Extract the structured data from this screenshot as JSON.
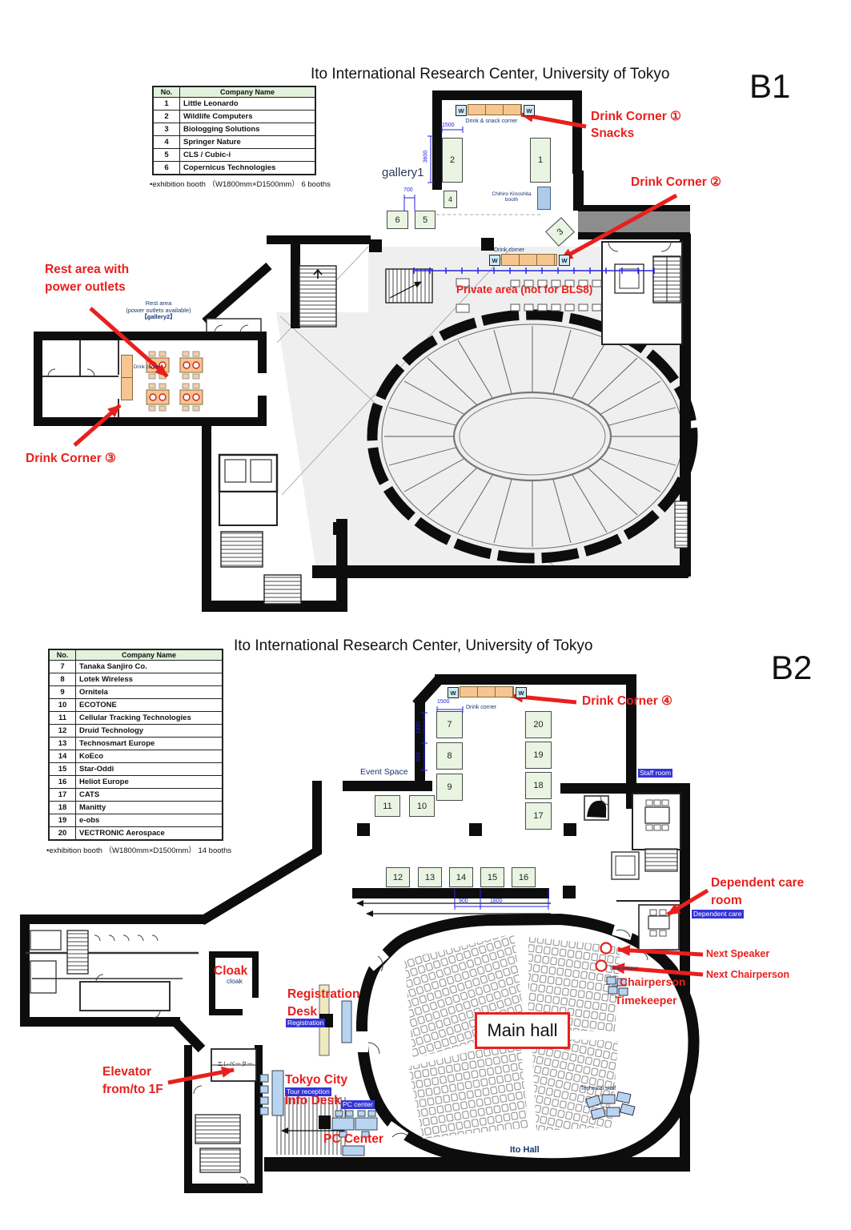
{
  "common": {
    "w_mark": "W"
  },
  "colors": {
    "annotation_red": "#e8201d",
    "navy_label": "#16366e",
    "dim_blue": "#2323e6",
    "tag_blue_bg": "#3434d8",
    "booth_green_bg": "#e9f5e2",
    "drink_orange": "#f6c690",
    "chihiro_blue": "#aecbea",
    "desk_blue": "#b8d4f0",
    "registration_cream": "#efe9c0",
    "floor_gray": "#efefef",
    "band_gray": "#8d8d8d"
  },
  "b1": {
    "title": "Ito International Research Center, University of Tokyo",
    "floor_label": "B1",
    "table": {
      "headers": [
        "No.",
        "Company Name"
      ],
      "rows": [
        [
          "1",
          "Little Leonardo"
        ],
        [
          "2",
          "Wildlife Computers"
        ],
        [
          "3",
          "Biologging Solutions"
        ],
        [
          "4",
          "Springer Nature"
        ],
        [
          "5",
          "CLS / Cubic-i"
        ],
        [
          "6",
          "Copernicus Technologies"
        ]
      ]
    },
    "booth_note": "•exhibition booth （W1800mm×D1500mm） 6 booths",
    "booths": [
      "1",
      "2",
      "3",
      "4",
      "5",
      "6"
    ],
    "plan": {
      "gallery1": "gallery1",
      "drink_snack_corner": "Drink & snack corner",
      "chihiro_booth": "Chihiro Kinoshita booth",
      "drink_corner_mid": "Drink corner",
      "drink_corner_left": "Drink corner",
      "rest_area_lines": [
        "Rest area",
        "(power outlets available)",
        "【gallery2】"
      ]
    },
    "dims": {
      "w1500": "1500",
      "h3600": "3600",
      "w700": "700"
    },
    "annotations": {
      "drink1_l1": "Drink Corner ①",
      "drink1_l2": "Snacks",
      "drink2": "Drink Corner ②",
      "private_area": "Private area (not for BLS8)",
      "rest_l1": "Rest area with",
      "rest_l2": "power outlets",
      "drink3": "Drink Corner ③"
    }
  },
  "b2": {
    "title": "Ito International Research Center, University of Tokyo",
    "floor_label": "B2",
    "table": {
      "headers": [
        "No.",
        "Company Name"
      ],
      "rows": [
        [
          "7",
          "Tanaka Sanjiro Co."
        ],
        [
          "8",
          "Lotek Wireless"
        ],
        [
          "9",
          "Ornitela"
        ],
        [
          "10",
          "ECOTONE"
        ],
        [
          "11",
          "Cellular Tracking Technologies"
        ],
        [
          "12",
          "Druid Technology"
        ],
        [
          "13",
          "Technosmart Europe"
        ],
        [
          "14",
          "KoEco"
        ],
        [
          "15",
          "Star-Oddi"
        ],
        [
          "16",
          "Heliot Europe"
        ],
        [
          "17",
          "CATS"
        ],
        [
          "18",
          "Manitty"
        ],
        [
          "19",
          "e-obs"
        ],
        [
          "20",
          "VECTRONIC Aerospace"
        ]
      ]
    },
    "booth_note": "•exhibition booth （W1800mm×D1500mm） 14 booths",
    "booths": [
      "7",
      "8",
      "9",
      "10",
      "11",
      "12",
      "13",
      "14",
      "15",
      "16",
      "17",
      "18",
      "19",
      "20"
    ],
    "plan": {
      "drink_corner": "Drink corner",
      "event_space": "Event Space",
      "staff_room": "Staff room",
      "dependent_care_tag": "Dependent care",
      "time_keeper": "Time keeper",
      "technical_staff": "Technical staff",
      "ito_hall": "Ito Hall",
      "main_hall": "Main hall",
      "cloak_small": "cloak",
      "registration_tag": "Registration",
      "tour_reception_tag": "Tour reception",
      "pc_center_tag": "PC center",
      "elevator_jp": "エレベーター"
    },
    "dims": {
      "w1500": "1500",
      "h1800": "1800",
      "h600": "600",
      "w900": "900",
      "w1800": "1800"
    },
    "annotations": {
      "drink4": "Drink Corner ④",
      "dep_l1": "Dependent care",
      "dep_l2": "room",
      "next_speaker": "Next Speaker",
      "next_chairperson": "Next Chairperson",
      "chairperson": "Chairperson",
      "timekeeper": "Timekeeper",
      "cloak": "Cloak",
      "reg_l1": "Registration",
      "reg_l2": "Desk",
      "elev_l1": "Elevator",
      "elev_l2": "from/to 1F",
      "tokyo_city": "Tokyo City",
      "info_desk": "Info Desk",
      "pc_center": "PC Center"
    }
  }
}
